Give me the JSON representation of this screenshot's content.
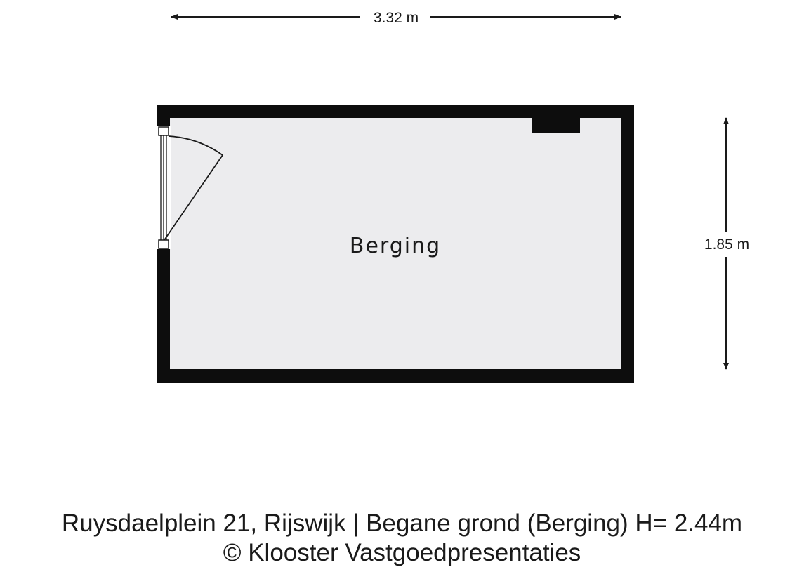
{
  "plan": {
    "width_label": "3.32 m",
    "height_label": "1.85 m",
    "room_name": "Berging"
  },
  "footer": {
    "caption": "Ruysdaelplein 21, Rijswijk | Begane grond (Berging) H= 2.44m",
    "copyright": "© Klooster Vastgoedpresentaties"
  },
  "colors": {
    "wall": "#0d0d0d",
    "floor": "#ececee",
    "line": "#1a1a1a"
  }
}
